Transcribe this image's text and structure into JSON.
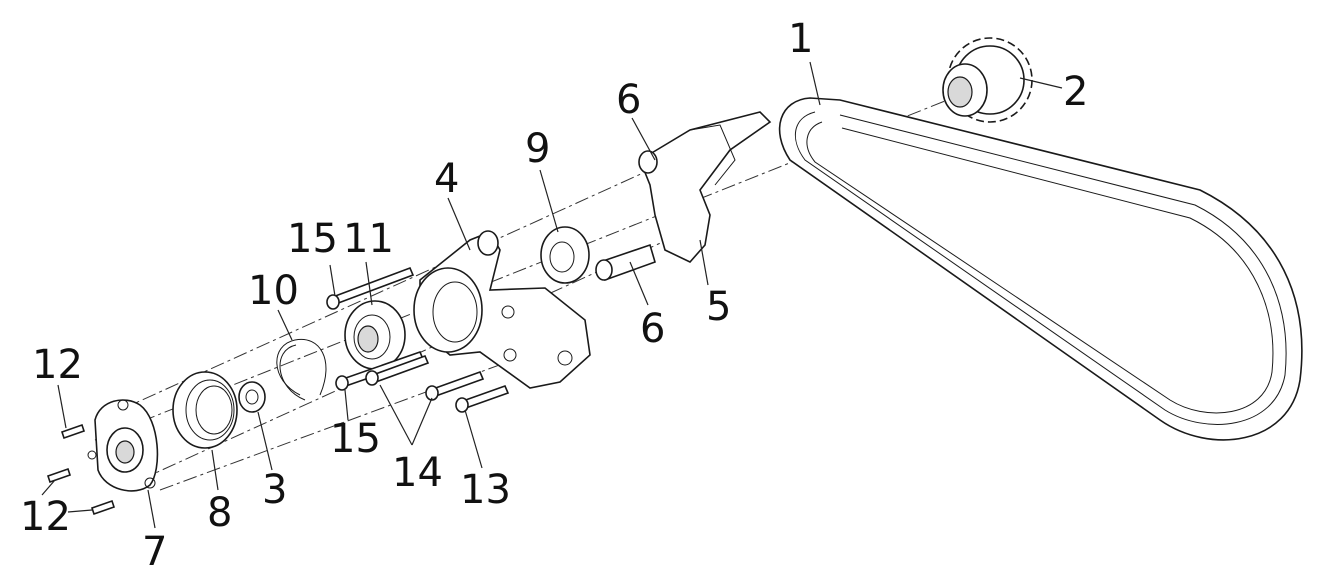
{
  "labels": {
    "l1": "1",
    "l2": "2",
    "l3": "3",
    "l4": "4",
    "l5": "5",
    "l6a": "6",
    "l6b": "6",
    "l7": "7",
    "l8": "8",
    "l9": "9",
    "l10": "10",
    "l11": "11",
    "l12a": "12",
    "l12b": "12",
    "l13": "13",
    "l14": "14",
    "l15a": "15",
    "l15b": "15"
  }
}
